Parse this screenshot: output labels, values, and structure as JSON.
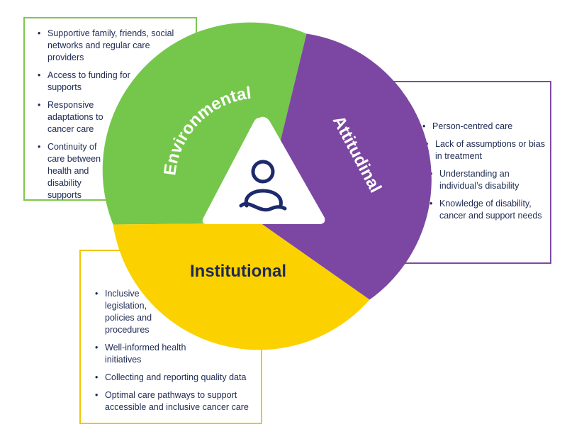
{
  "segments": {
    "environmental": {
      "label": "Environmental",
      "color": "#75c74b",
      "items": [
        "Supportive family, friends, social networks and regular care providers",
        "Access to funding for supports",
        "Responsive adaptations to cancer care",
        "Continuity of care between health and disability supports"
      ]
    },
    "attitudinal": {
      "label": "Attitudinal",
      "color": "#7c47a2",
      "items": [
        "Person-centred care",
        "Lack of assumptions or bias in treatment",
        "Understanding an individual’s disability",
        "Knowledge of disability, cancer and support needs"
      ]
    },
    "institutional": {
      "label": "Institutional",
      "color": "#fcd100",
      "items": [
        "Inclusive legislation, policies and procedures",
        "Well-informed health initiatives",
        "Collecting and reporting quality data",
        "Optimal care pathways to support accessible and inclusive cancer care"
      ]
    }
  },
  "center": {
    "icon": "person-icon",
    "icon_color": "#1d2a6b"
  },
  "colors": {
    "env_border": "#7dc84d",
    "att_border": "#7c4aa3",
    "ins_border": "#f2c500",
    "text": "#1d2a52"
  }
}
